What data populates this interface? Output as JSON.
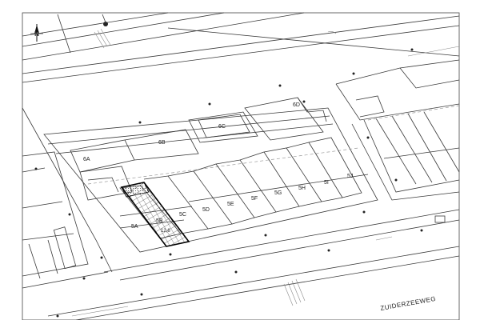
{
  "map": {
    "north_symbol": "N",
    "street_name": "ZUIDERZEEWEG",
    "parcels": {
      "p6a": "6A",
      "p6b": "6B",
      "p6c": "6C",
      "p6d": "6D",
      "p5a": "5A",
      "p5b": "5B",
      "p5c": "5C",
      "p5d": "5D",
      "p5e": "5E",
      "p5f": "5F",
      "p5g": "5G",
      "p5h": "5H",
      "p5i": "5I",
      "p5j": "5J"
    },
    "area_label": "12,6",
    "icons": [
      "north-arrow-icon",
      "survey-point-icon"
    ],
    "colors": {
      "line": "#3a3a3a",
      "highlight": "#000000"
    }
  }
}
